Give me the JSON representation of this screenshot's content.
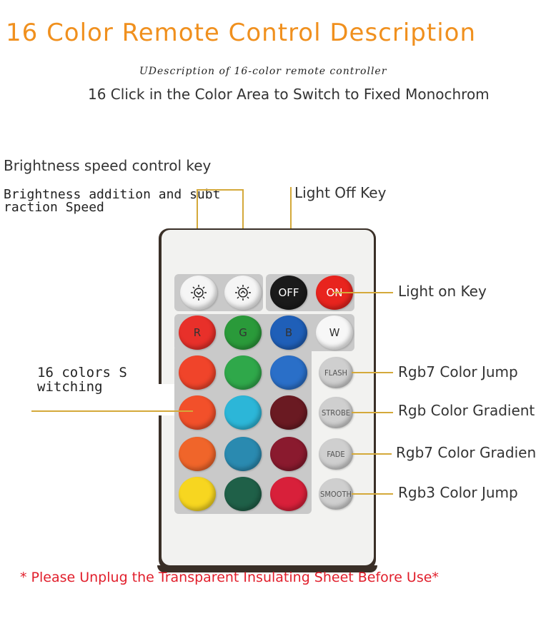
{
  "title": "16 Color Remote Control Description",
  "subtitle_1": "UDescription of 16-color remote controller",
  "subtitle_2": "16 Click in the Color Area to Switch to Fixed Monochrom",
  "labels": {
    "brightness_speed": "Brightness speed control key",
    "brightness_add_line1": "Brightness addition and subt",
    "brightness_add_line2": "raction Speed",
    "light_off": "Light Off Key",
    "light_on": "Light on Key",
    "colors_line1": "16 colors S",
    "colors_line2": "witching",
    "flash_desc": "Rgb7 Color Jump",
    "strobe_desc": "Rgb Color Gradient",
    "fade_desc": "Rgb7 Color Gradient",
    "smooth_desc": "Rgb3 Color Jump"
  },
  "buttons": {
    "off": "OFF",
    "on": "ON",
    "r": "R",
    "g": "G",
    "b": "B",
    "w": "W",
    "flash": "FLASH",
    "strobe": "STROBE",
    "fade": "FADE",
    "smooth": "SMOOTH"
  },
  "colors": {
    "title": "#f0901e",
    "note": "#e11e2b",
    "leader_line": "#d4a93a",
    "remote_body": "#3a2f27"
  },
  "color_grid": [
    [
      "#e8302a",
      "#2a9a3a",
      "#1f5fb8"
    ],
    [
      "#f0442a",
      "#2fa84a",
      "#2a6fc8"
    ],
    [
      "#f2502a",
      "#2cb6d8",
      "#6a1a22"
    ],
    [
      "#f0652a",
      "#2a8ab0",
      "#8a1a2e"
    ],
    [
      "#f7d620",
      "#1f6048",
      "#d8203a"
    ]
  ],
  "note": "* Please Unplug the Transparent Insulating Sheet Before Use*"
}
